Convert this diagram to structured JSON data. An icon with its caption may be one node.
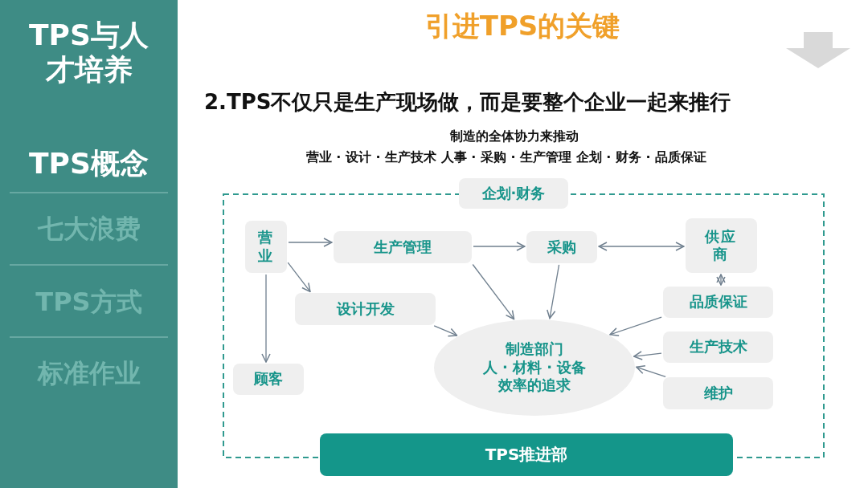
{
  "diagram": {
    "title": "引进TPS的关键",
    "nodes": [
      {
        "text": [
          "企划·财务"
        ]
      },
      {
        "text": [
          "营业"
        ]
      },
      {
        "text": [
          "生产管理"
        ]
      },
      {
        "text": [
          "采购"
        ]
      },
      {
        "text": [
          "供应商"
        ]
      },
      {
        "text": [
          "设计开发"
        ]
      },
      {
        "text": [
          "品质保证"
        ]
      },
      {
        "text": [
          "制造部门",
          "人 · 材料 · 设备",
          "效率的追求"
        ]
      },
      {
        "text": [
          "生产技术"
        ]
      },
      {
        "text": [
          "顾客"
        ]
      },
      {
        "text": [
          "维护"
        ]
      },
      {
        "text": [
          "TPS推进部"
        ]
      }
    ],
    "edges": [
      {
        "from": 1,
        "to": 2,
        "arrow": "to"
      },
      {
        "from": 1,
        "to": 5,
        "arrow": "to"
      },
      {
        "from": 1,
        "to": 9,
        "arrow": "to"
      },
      {
        "from": 2,
        "to": 3,
        "arrow": "to"
      },
      {
        "from": 3,
        "to": 4,
        "arrow": "both"
      },
      {
        "from": 4,
        "to": 6,
        "arrow": "both"
      },
      {
        "from": 2,
        "to": 7,
        "arrow": "to"
      },
      {
        "from": 3,
        "to": 7,
        "arrow": "to"
      },
      {
        "from": 5,
        "to": 7,
        "arrow": "to"
      },
      {
        "from": 6,
        "to": 7,
        "arrow": "to"
      },
      {
        "from": 8,
        "to": 7,
        "arrow": "to"
      },
      {
        "from": 10,
        "to": 7,
        "arrow": "to"
      }
    ],
    "labels": [
      "TPS与人才培养",
      "TPS概念",
      "七大浪费",
      "TPS方式",
      "标准作业",
      "2.TPS不仅只是生产现场做，而是要整个企业一起来推行",
      "制造的全体协力来推动",
      "营业 · 设计 · 生产技术 人事 · 采购 · 生产管理 企划 · 财务 · 品质保证"
    ]
  }
}
